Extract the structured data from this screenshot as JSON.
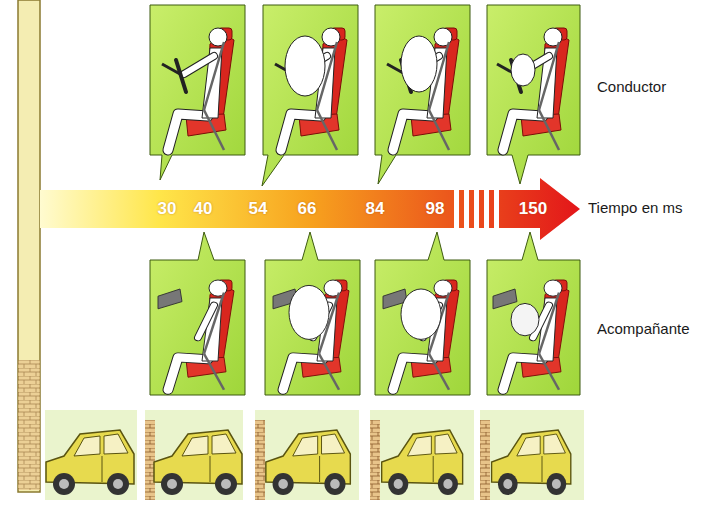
{
  "diagram": {
    "nodes": [
      {
        "text": [
          "30",
          "40",
          "54",
          "66",
          "84",
          "98",
          "150"
        ]
      }
    ],
    "labels": [
      "Conductor",
      "Tiempo en ms",
      "Acompañante"
    ]
  }
}
